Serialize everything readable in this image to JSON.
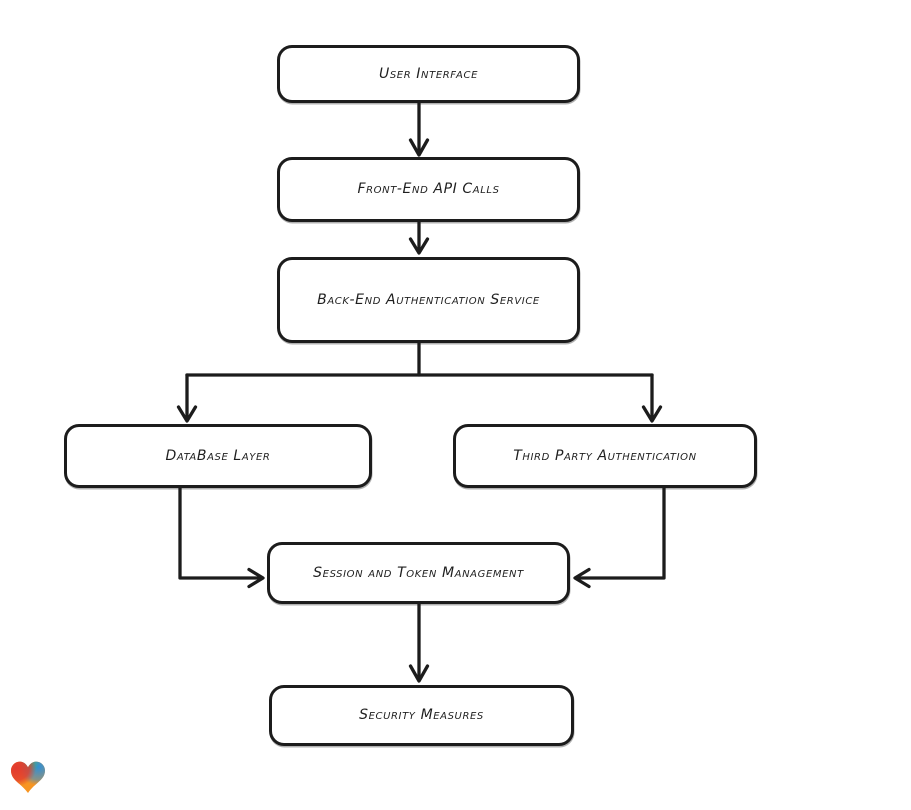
{
  "diagram": {
    "type": "flowchart",
    "nodes": [
      {
        "id": "user-interface",
        "label": "User Interface"
      },
      {
        "id": "front-end-api-calls",
        "label": "Front-End API Calls"
      },
      {
        "id": "back-end-authentication-service",
        "label": "Back-End Authentication Service"
      },
      {
        "id": "database-layer",
        "label": "DataBase Layer"
      },
      {
        "id": "third-party-authentication",
        "label": "Third Party Authentication"
      },
      {
        "id": "session-and-token-management",
        "label": "Session and Token Management"
      },
      {
        "id": "security-measures",
        "label": "Security Measures"
      }
    ],
    "edges": [
      {
        "from": "user-interface",
        "to": "front-end-api-calls"
      },
      {
        "from": "front-end-api-calls",
        "to": "back-end-authentication-service"
      },
      {
        "from": "back-end-authentication-service",
        "to": "database-layer"
      },
      {
        "from": "back-end-authentication-service",
        "to": "third-party-authentication"
      },
      {
        "from": "database-layer",
        "to": "session-and-token-management"
      },
      {
        "from": "third-party-authentication",
        "to": "session-and-token-management"
      },
      {
        "from": "session-and-token-management",
        "to": "security-measures"
      }
    ],
    "style": {
      "stroke_color": "#1c1c1c",
      "node_fill": "#ffffff",
      "text_color": "#1f1f1f",
      "background": "#ffffff"
    }
  },
  "branding": {
    "logo_icon": "heart-icon",
    "logo_colors": {
      "top_left": "#e23a2e",
      "top_mid": "#2fae84",
      "top_right": "#2f8fd6",
      "bottom": "#f79522"
    }
  }
}
